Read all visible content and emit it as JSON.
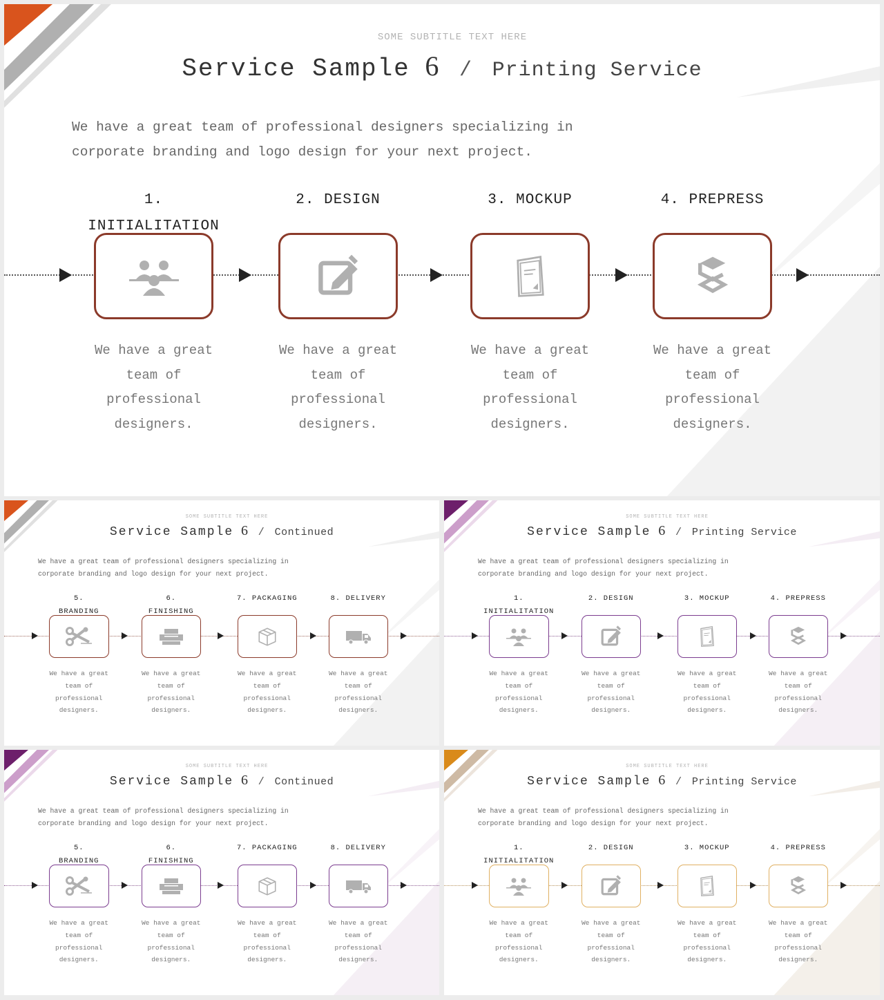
{
  "slides": [
    {
      "accent": "#d9541d",
      "accent2": "#a7a7a7",
      "subtitle": "SOME SUBTITLE TEXT HERE",
      "title_main": "Service Sample",
      "title_num": "6",
      "title_sep": "/",
      "title_sub": "Printing Service",
      "intro_line1": "We have a great team of professional designers specializing in",
      "intro_line2": "corporate branding and logo design for your next project.",
      "steps": [
        {
          "label1": "1.",
          "label2": "INITIALITATION",
          "icon": "team-icon",
          "desc": [
            "We have a great",
            "team of",
            "professional",
            "designers."
          ]
        },
        {
          "label1": "2. DESIGN",
          "label2": "",
          "icon": "edit-icon",
          "desc": [
            "We have a great",
            "team of",
            "professional",
            "designers."
          ]
        },
        {
          "label1": "3. MOCKUP",
          "label2": "",
          "icon": "document-icon",
          "desc": [
            "We have a great",
            "team of",
            "professional",
            "designers."
          ]
        },
        {
          "label1": "4. PREPRESS",
          "label2": "",
          "icon": "layers-icon",
          "desc": [
            "We have a great",
            "team of",
            "professional",
            "designers."
          ]
        }
      ],
      "box_color": "#8b3a2a"
    },
    {
      "accent": "#d9541d",
      "accent2": "#a7a7a7",
      "subtitle": "SOME SUBTITLE TEXT HERE",
      "title_main": "Service Sample",
      "title_num": "6",
      "title_sep": "/",
      "title_sub": "Continued",
      "intro_line1": "We have a great team of professional designers specializing in",
      "intro_line2": "corporate branding and logo design for your next project.",
      "steps": [
        {
          "label1": "5.",
          "label2": "BRANDING",
          "icon": "scissors-icon",
          "desc": [
            "We have a great",
            "team of",
            "professional",
            "designers."
          ]
        },
        {
          "label1": "6.",
          "label2": "FINISHING",
          "icon": "printer-icon",
          "desc": [
            "We have a great",
            "team of",
            "professional",
            "designers."
          ]
        },
        {
          "label1": "7. PACKAGING",
          "label2": "",
          "icon": "box-icon",
          "desc": [
            "We have a great",
            "team of",
            "professional",
            "designers."
          ]
        },
        {
          "label1": "8. DELIVERY",
          "label2": "",
          "icon": "truck-icon",
          "desc": [
            "We have a great",
            "team of",
            "professional",
            "designers."
          ]
        }
      ],
      "box_color": "#8b3a2a"
    },
    {
      "accent": "#6d1f6b",
      "accent2": "#c693c4",
      "subtitle": "SOME SUBTITLE TEXT HERE",
      "title_main": "Service Sample",
      "title_num": "6",
      "title_sep": "/",
      "title_sub": "Printing Service",
      "intro_line1": "We have a great team of professional designers specializing in",
      "intro_line2": "corporate branding and logo design for your next project.",
      "steps": [
        {
          "label1": "1.",
          "label2": "INITIALITATION",
          "icon": "team-icon",
          "desc": [
            "We have a great",
            "team of",
            "professional",
            "designers."
          ]
        },
        {
          "label1": "2. DESIGN",
          "label2": "",
          "icon": "edit-icon",
          "desc": [
            "We have a great",
            "team of",
            "professional",
            "designers."
          ]
        },
        {
          "label1": "3. MOCKUP",
          "label2": "",
          "icon": "document-icon",
          "desc": [
            "We have a great",
            "team of",
            "professional",
            "designers."
          ]
        },
        {
          "label1": "4. PREPRESS",
          "label2": "",
          "icon": "layers-icon",
          "desc": [
            "We have a great",
            "team of",
            "professional",
            "designers."
          ]
        }
      ],
      "box_color": "#7b3c8f"
    },
    {
      "accent": "#6d1f6b",
      "accent2": "#c693c4",
      "subtitle": "SOME SUBTITLE TEXT HERE",
      "title_main": "Service Sample",
      "title_num": "6",
      "title_sep": "/",
      "title_sub": "Continued",
      "intro_line1": "We have a great team of professional designers specializing in",
      "intro_line2": "corporate branding and logo design for your next project.",
      "steps": [
        {
          "label1": "5.",
          "label2": "BRANDING",
          "icon": "scissors-icon",
          "desc": [
            "We have a great",
            "team of",
            "professional",
            "designers."
          ]
        },
        {
          "label1": "6.",
          "label2": "FINISHING",
          "icon": "printer-icon",
          "desc": [
            "We have a great",
            "team of",
            "professional",
            "designers."
          ]
        },
        {
          "label1": "7. PACKAGING",
          "label2": "",
          "icon": "box-icon",
          "desc": [
            "We have a great",
            "team of",
            "professional",
            "designers."
          ]
        },
        {
          "label1": "8. DELIVERY",
          "label2": "",
          "icon": "truck-icon",
          "desc": [
            "We have a great",
            "team of",
            "professional",
            "designers."
          ]
        }
      ],
      "box_color": "#7b3c8f"
    },
    {
      "accent": "#d98a1a",
      "accent2": "#c9b39a",
      "subtitle": "SOME SUBTITLE TEXT HERE",
      "title_main": "Service Sample",
      "title_num": "6",
      "title_sep": "/",
      "title_sub": "Printing Service",
      "intro_line1": "We have a great team of professional designers specializing in",
      "intro_line2": "corporate branding and logo design for your next project.",
      "steps": [
        {
          "label1": "1.",
          "label2": "INITIALITATION",
          "icon": "team-icon",
          "desc": [
            "We have a great",
            "team of",
            "professional",
            "designers."
          ]
        },
        {
          "label1": "2. DESIGN",
          "label2": "",
          "icon": "edit-icon",
          "desc": [
            "We have a great",
            "team of",
            "professional",
            "designers."
          ]
        },
        {
          "label1": "3. MOCKUP",
          "label2": "",
          "icon": "document-icon",
          "desc": [
            "We have a great",
            "team of",
            "professional",
            "designers."
          ]
        },
        {
          "label1": "4. PREPRESS",
          "label2": "",
          "icon": "layers-icon",
          "desc": [
            "We have a great",
            "team of",
            "professional",
            "designers."
          ]
        }
      ],
      "box_color": "#e0b062"
    }
  ]
}
